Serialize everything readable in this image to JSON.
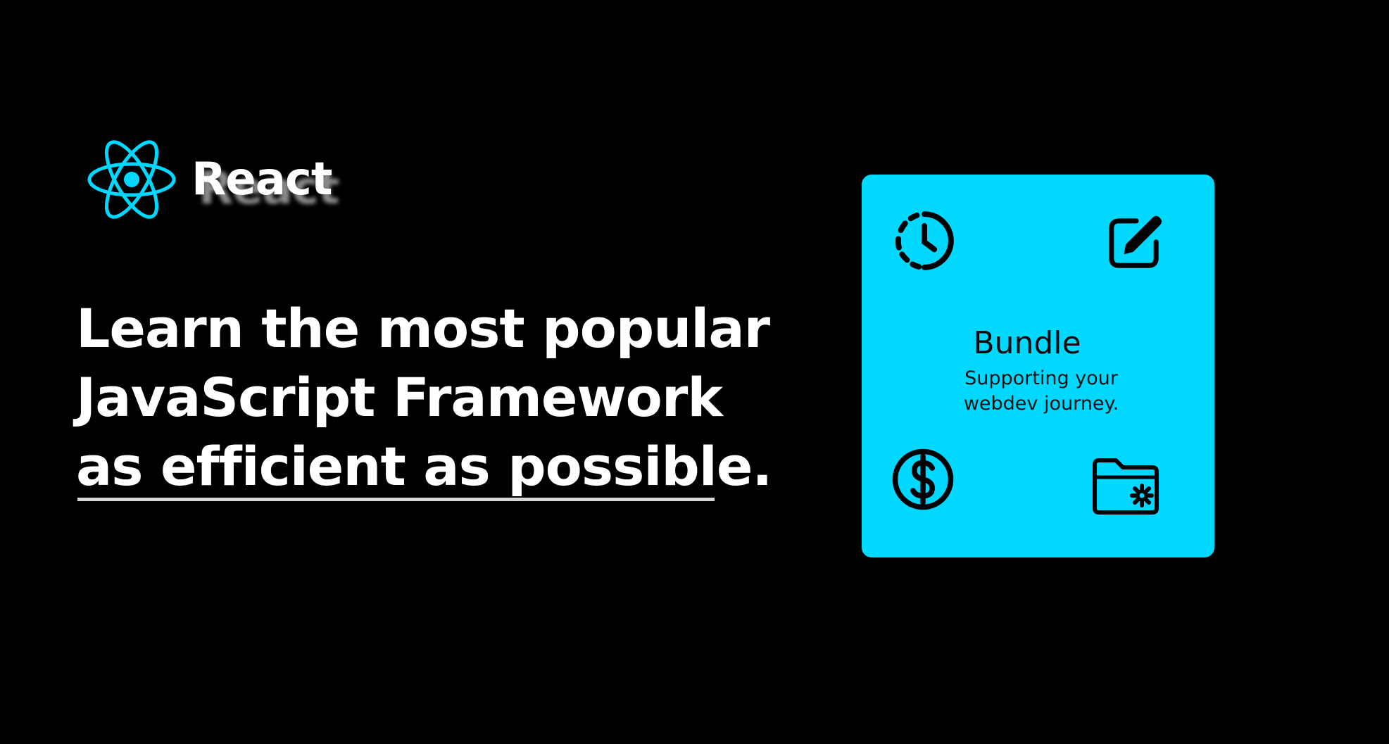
{
  "brand": {
    "name": "React",
    "logo_icon": "react-atom-icon",
    "logo_color": "#00d8ff"
  },
  "headline": {
    "lines": [
      "Learn the most popular",
      "JavaScript Framework",
      "as efficient as possible."
    ]
  },
  "bundle_card": {
    "title": "Bundle",
    "subtitle_lines": [
      "Supporting your",
      "webdev journey."
    ],
    "background_color": "#00d8ff",
    "icons": [
      "clock-dashed-icon",
      "edit-pencil-icon",
      "dollar-coin-icon",
      "folder-settings-icon"
    ]
  },
  "colors": {
    "background": "#000000",
    "text": "#ffffff",
    "accent": "#00d8ff",
    "underline": "#d6d6d6"
  }
}
